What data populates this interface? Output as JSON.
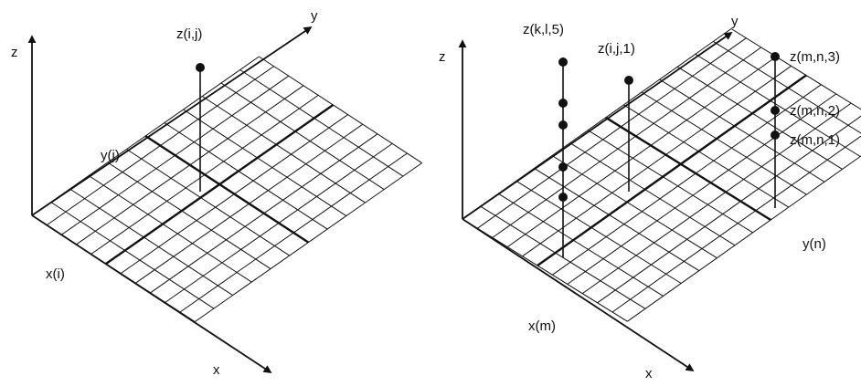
{
  "left_panel": {
    "axis_z": "z",
    "axis_y": "y",
    "axis_x": "x",
    "label_point": "z(i,j)",
    "label_yj": "y(j)",
    "label_xi": "x(i)"
  },
  "right_panel": {
    "axis_z": "z",
    "axis_y": "y",
    "axis_x": "x",
    "label_zkl5": "z(k,l,5)",
    "label_zij1": "z(i,j,1)",
    "label_zmn3": "z(m,n,3)",
    "label_zmn2": "z(m,n,2)",
    "label_zmn1": "z(m,n,1)",
    "label_yn": "y(n)",
    "label_xm": "x(m)"
  },
  "colors": {
    "line": "#111111",
    "background": "#ffffff"
  }
}
